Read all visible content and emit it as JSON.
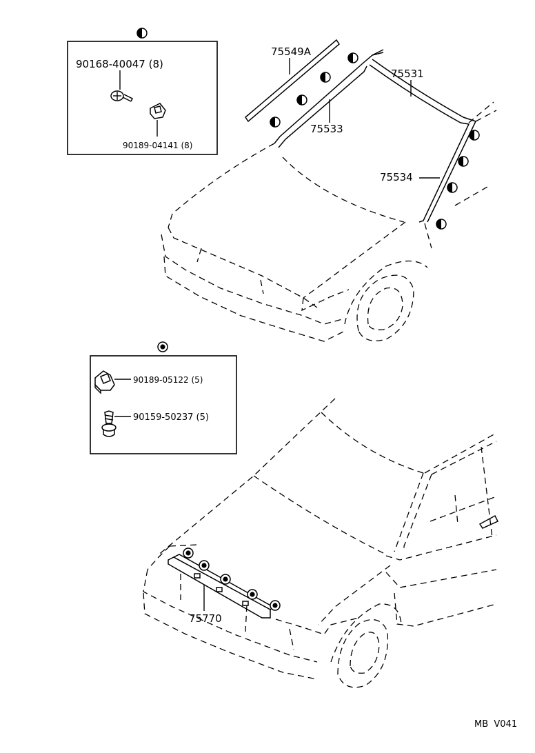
{
  "top_panel": {
    "legend_symbol": "half-circle-symbol",
    "box_parts": [
      {
        "part_number": "90168-40047 (8)"
      },
      {
        "part_number": "90189-04141 (8)"
      }
    ],
    "callouts": {
      "rail_molding": "75549A",
      "windshield_molding_upper": "75531",
      "molding_retainer": "75533",
      "pillar_molding": "75534"
    }
  },
  "bottom_panel": {
    "legend_symbol": "dot-circle-symbol",
    "box_parts": [
      {
        "part_number": "90189-05122 (5)"
      },
      {
        "part_number": "90159-50237 (5)"
      }
    ],
    "callouts": {
      "hood_molding": "75770"
    }
  },
  "footer_code": "MB  V041"
}
